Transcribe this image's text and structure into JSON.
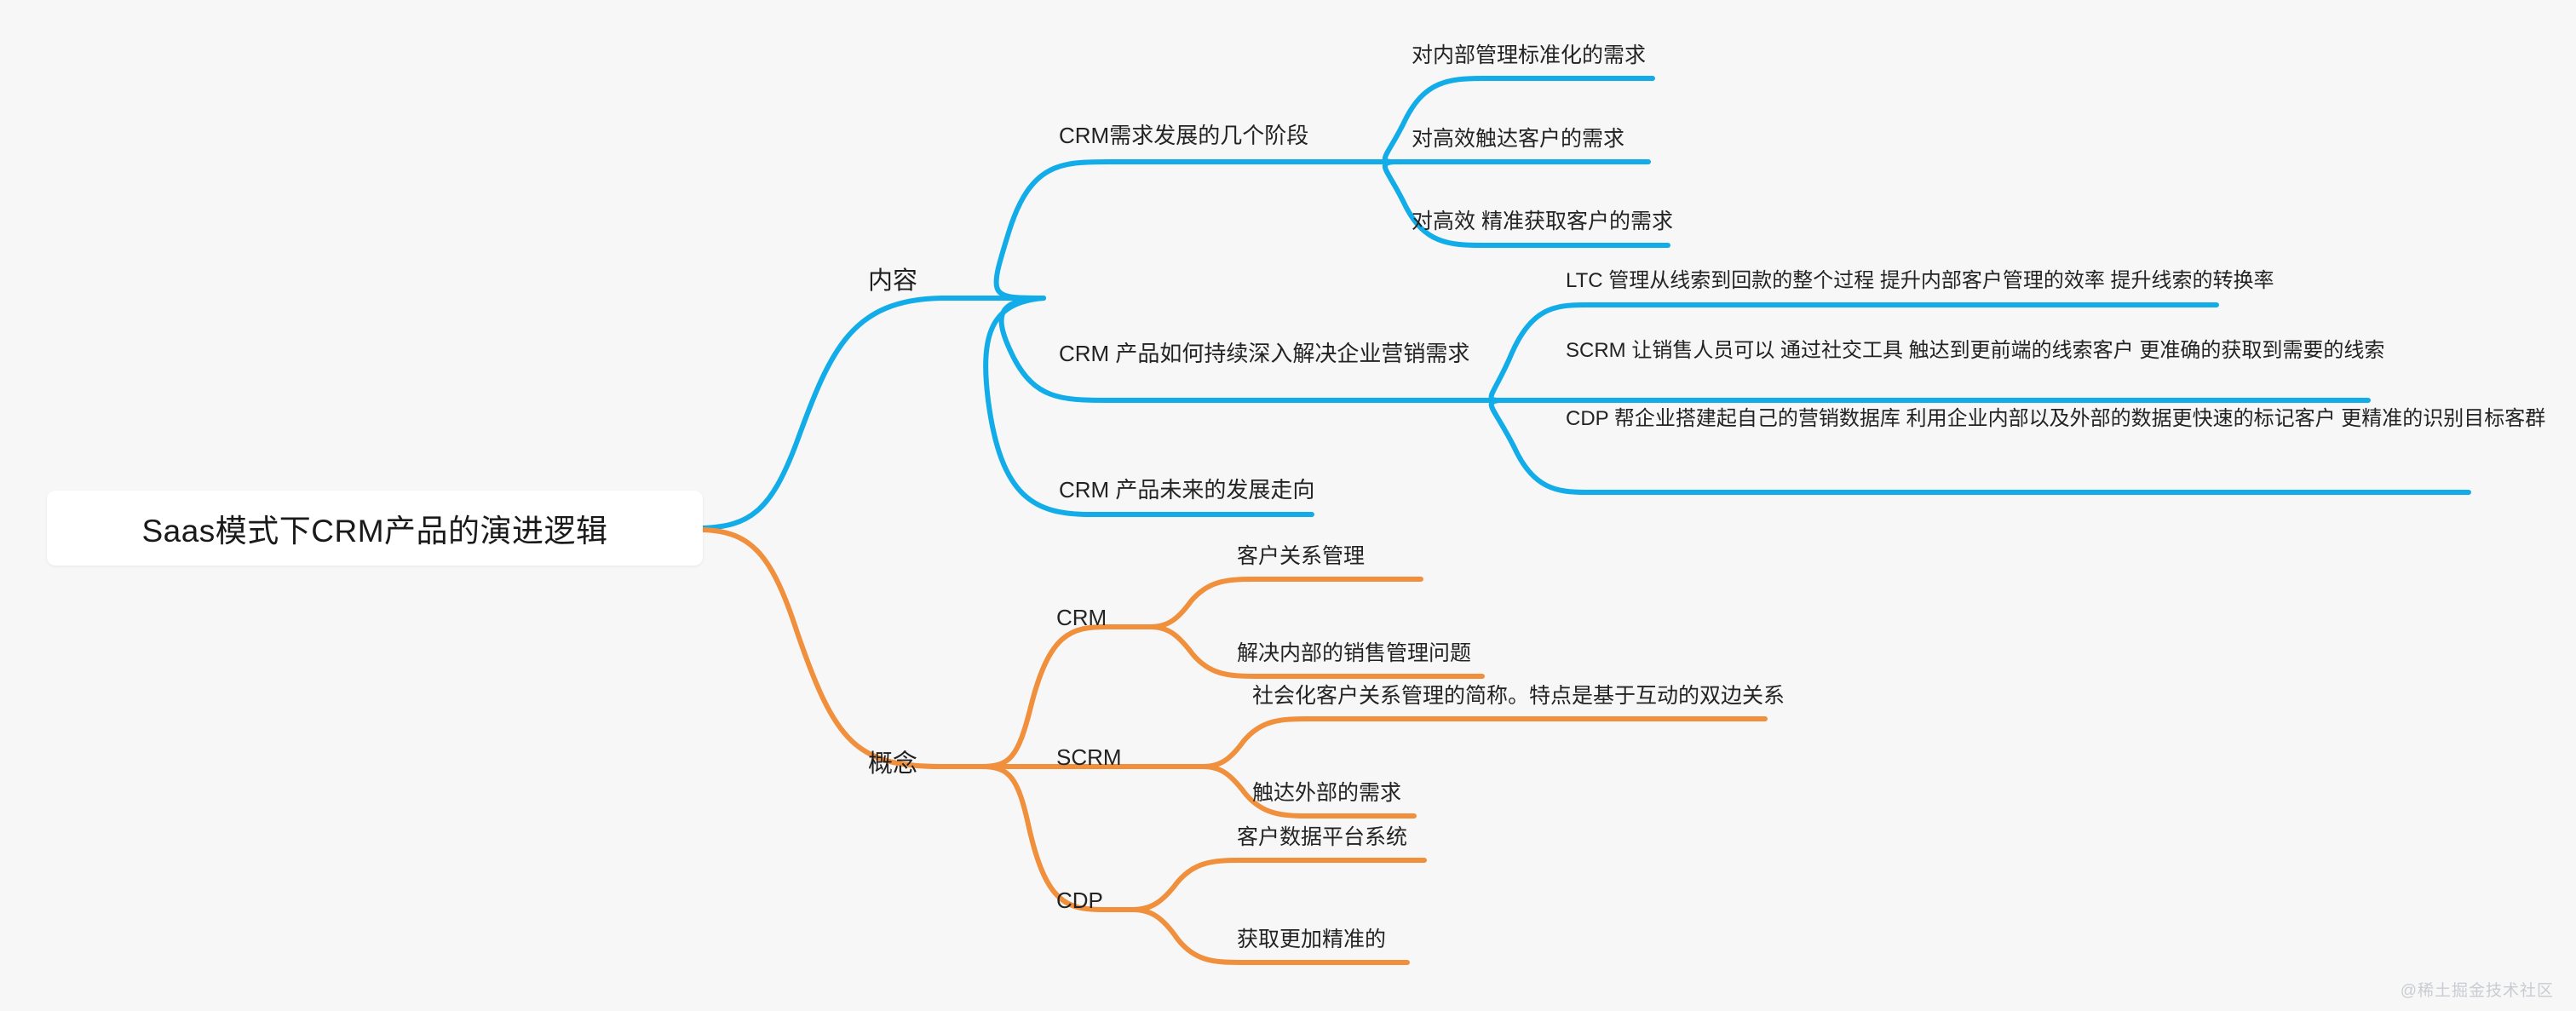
{
  "document": {
    "type": "mindmap",
    "title": "Saas模式下CRM产品的演进逻辑",
    "background_color": "#f7f7f7",
    "watermark": "@稀土掘金技术社区"
  },
  "colors": {
    "blue_branch": "#12ace8",
    "orange_branch": "#f08f3c",
    "text": "#232323",
    "root_background": "#ffffff",
    "canvas_background": "#f7f7f7"
  },
  "root": {
    "label": "Saas模式下CRM产品的演进逻辑"
  },
  "branches": [
    {
      "id": "content",
      "label": "内容",
      "color": "#12ace8",
      "children": [
        {
          "id": "stages",
          "label": "CRM需求发展的几个阶段",
          "children": [
            {
              "label": "对内部管理标准化的需求"
            },
            {
              "label": "对高效触达客户的需求"
            },
            {
              "label": "对高效 精准获取客户的需求"
            }
          ]
        },
        {
          "id": "deep-solve",
          "label": "CRM 产品如何持续深入解决企业营销需求",
          "children": [
            {
              "label": "LTC 管理从线索到回款的整个过程 提升内部客户管理的效率 提升线索的转换率"
            },
            {
              "label": "SCRM 让销售人员可以 通过社交工具 触达到更前端的线索客户 更准确的获取到需要的线索"
            },
            {
              "label": "CDP 帮企业搭建起自己的营销数据库 利用企业内部以及外部的数据更快速的标记客户 更精准的识别目标客群"
            }
          ]
        },
        {
          "id": "future",
          "label": "CRM 产品未来的发展走向",
          "children": []
        }
      ]
    },
    {
      "id": "concept",
      "label": "概念",
      "color": "#f08f3c",
      "children": [
        {
          "id": "crm",
          "label": "CRM",
          "children": [
            {
              "label": "客户关系管理"
            },
            {
              "label": "解决内部的销售管理问题"
            }
          ]
        },
        {
          "id": "scrm",
          "label": "SCRM",
          "children": [
            {
              "label": "社会化客户关系管理的简称。特点是基于互动的双边关系"
            },
            {
              "label": "触达外部的需求"
            }
          ]
        },
        {
          "id": "cdp",
          "label": "CDP",
          "children": [
            {
              "label": "客户数据平台系统"
            },
            {
              "label": "获取更加精准的"
            }
          ]
        }
      ]
    }
  ]
}
